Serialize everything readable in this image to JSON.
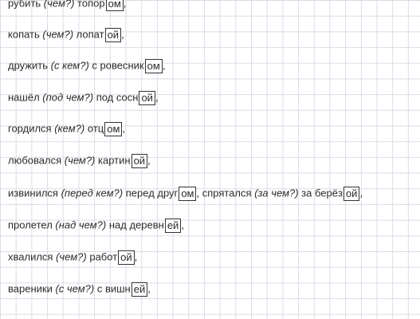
{
  "lines": [
    {
      "verb": "рубить",
      "q": "(чем?)",
      "stem": "топор",
      "ending": "ом",
      "tail": ","
    },
    {
      "verb": "копать",
      "q": "(чем?)",
      "stem": "лопат",
      "ending": "ой",
      "tail": ","
    },
    {
      "verb": "дружить",
      "q": "(с кем?)",
      "stem": "с ровесник",
      "ending": "ом",
      "tail": ","
    },
    {
      "verb": "нашёл",
      "q": "(под чем?)",
      "stem": "под сосн",
      "ending": "ой",
      "tail": ","
    },
    {
      "verb": "гордился",
      "q": "(кем?)",
      "stem": "отц",
      "ending": "ом",
      "tail": ","
    },
    {
      "verb": "любовался",
      "q": "(чем?)",
      "stem": "картин",
      "ending": "ой",
      "tail": ","
    },
    {
      "verb": "извинился",
      "q": "(перед кем?)",
      "stem": "перед друг",
      "ending": "ом",
      "tail": ",",
      "verb2": "спрятался",
      "q2": "(за чем?)",
      "stem2": "за берёз",
      "ending2": "ой",
      "tail2": ","
    },
    {
      "verb": "пролетел",
      "q": "(над чем?)",
      "stem": "над деревн",
      "ending": "ей",
      "tail": ","
    },
    {
      "verb": "хвалился",
      "q": "(чем?)",
      "stem": "работ",
      "ending": "ой",
      "tail": ","
    },
    {
      "verb": "вареники",
      "q": "(с чем?)",
      "stem": "с вишн",
      "ending": "ей",
      "tail": ","
    }
  ]
}
